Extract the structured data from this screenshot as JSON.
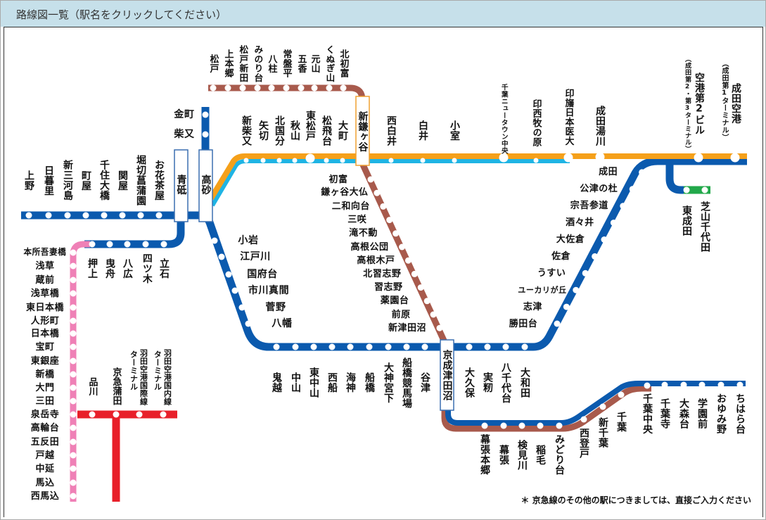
{
  "header": {
    "title": "路線図一覧（駅名をクリックしてください）"
  },
  "colors": {
    "keisei_blue": "#0b5aae",
    "shinkeisei_brown": "#a85a4c",
    "access_orange": "#f5a01a",
    "hokuso_cyan": "#1fb4e4",
    "asakusa_pink": "#ef80b6",
    "keikyu_red": "#e8202a",
    "shibayama_green": "#22a84a",
    "header_bg": "#c6e0ea"
  },
  "transfer": {
    "aoto": "青砥",
    "takasago": "高砂",
    "shinkamagaya": "新鎌ヶ谷",
    "tsudanuma": "京成津田沼"
  },
  "lines": {
    "keisei_ueno": [
      "上野",
      "日暮里",
      "新三河島",
      "町屋",
      "千住大橋",
      "関屋",
      "堀切菖蒲園",
      "お花茶屋"
    ],
    "kanamachi": [
      "柴又",
      "金町"
    ],
    "oshiage": [
      "押上",
      "曳舟",
      "八広",
      "四ツ木",
      "立石"
    ],
    "asakusa": [
      "本所吾妻橋",
      "浅草",
      "蔵前",
      "浅草橋",
      "東日本橋",
      "人形町",
      "日本橋",
      "宝町",
      "東銀座",
      "新橋",
      "大門",
      "三田",
      "泉岳寺",
      "高輪台",
      "五反田",
      "戸越",
      "中延",
      "馬込",
      "西馬込"
    ],
    "keikyu": [
      "品川",
      "京急蒲田",
      {
        "name": "羽田空港国際線",
        "sub": "ターミナル"
      },
      {
        "name": "羽田空港国内線",
        "sub": "ターミナル"
      }
    ],
    "shinkeisei_upper": [
      "松戸",
      "上本郷",
      "松戸新田",
      "みのり台",
      "八柱",
      "常盤平",
      "五香",
      "元山",
      "くぬぎ山",
      "北初富"
    ],
    "shinkeisei_lower": [
      "初富",
      "鎌ヶ谷大仏",
      "二和向台",
      "三咲",
      "滝不動",
      "高根公団",
      "高根木戸",
      "北習志野",
      "習志野",
      "薬園台",
      "前原",
      "新津田沼"
    ],
    "hokuso": [
      "新柴又",
      "矢切",
      "北国分",
      "秋山",
      "東松戸",
      "松飛台",
      "大町",
      "西白井",
      "白井",
      "小室",
      "千葉ニュータウン中央",
      "印西牧の原",
      "印旛日本医大",
      "成田湯川"
    ],
    "airport": [
      {
        "name": "空港第2ビル",
        "sub": "（成田第2・第3ターミナル）"
      },
      {
        "name": "成田空港",
        "sub": "（成田第1ターミナル）"
      }
    ],
    "main_line": [
      "小岩",
      "江戸川",
      "国府台",
      "市川真間",
      "菅野",
      "八幡",
      "鬼越",
      "中山",
      "東中山",
      "西船",
      "海神",
      "船橋",
      "大神宮下",
      "船橋競馬場",
      "谷津",
      "大久保",
      "実籾",
      "八千代台",
      "大和田",
      "勝田台",
      "志津",
      "ユーカリが丘",
      "うすい",
      "佐倉",
      "大佐倉",
      "酒々井",
      "宗吾参道",
      "公津の杜",
      "成田"
    ],
    "higashinarita": [
      "東成田",
      "芝山千代田"
    ],
    "chiba": [
      "幕張本郷",
      "幕張",
      "検見川",
      "稲毛",
      "みどり台",
      "西登戸",
      "新千葉",
      "千葉",
      "千葉中央"
    ],
    "chihara": [
      "千葉寺",
      "大森台",
      "学園前",
      "おゆみ野",
      "ちはら台"
    ]
  },
  "footnote": "＊ 京急線のその他の駅につきましては、直接ご入力ください"
}
